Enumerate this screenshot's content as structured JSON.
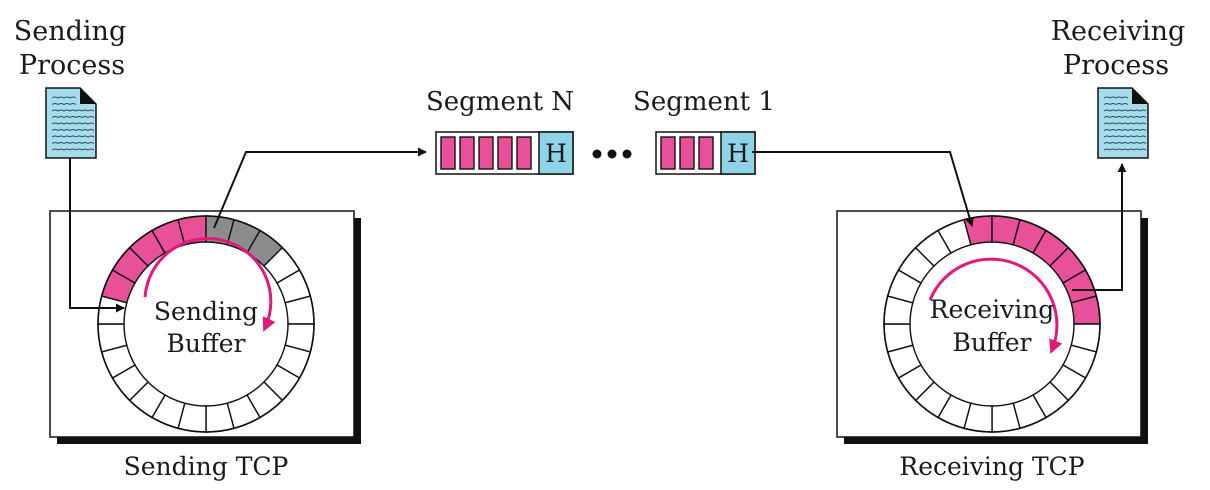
{
  "labels": {
    "sending_process": [
      "Sending",
      "Process"
    ],
    "receiving_process": [
      "Receiving",
      "Process"
    ],
    "segment_n": "Segment N",
    "segment_1": "Segment 1",
    "ellipsis": "•••",
    "header": "H",
    "sending_buffer": [
      "Sending",
      "Buffer"
    ],
    "receiving_buffer": [
      "Receiving",
      "Buffer"
    ],
    "sending_tcp": "Sending TCP",
    "receiving_tcp": "Receiving TCP"
  },
  "colors": {
    "data_fill": "#e8509a",
    "sent_fill": "#8c8c8c",
    "empty_fill": "#ffffff",
    "header_fill": "#8fd3e8",
    "doc_fill": "#a9dcea",
    "arrow_stroke": "#111111",
    "buffer_arrow": "#e0197d"
  },
  "sending_buffer": {
    "slots": 24,
    "data_slots": 5,
    "sent_slots": 3
  },
  "receiving_buffer": {
    "slots": 24,
    "data_slots": 7
  },
  "segments": {
    "segment_n_data_cells": 5,
    "segment_1_data_cells": 3
  }
}
